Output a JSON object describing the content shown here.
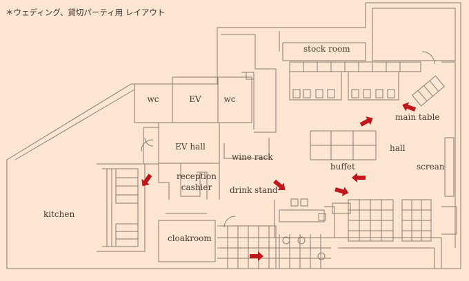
{
  "caption": "＊ウェディング、貸切パーティ用 レイアウト",
  "labels": {
    "stock_room": "stock room",
    "wc_left": "wc",
    "ev": "EV",
    "wc_right": "wc",
    "ev_hall": "EV hall",
    "wine_rack": "wine rack",
    "reception": "reception",
    "cashier": "cashier",
    "drink_stand": "drink stand",
    "kitchen": "kitchen",
    "cloakroom": "cloakroom",
    "main_table": "main table",
    "hall": "hall",
    "buffet": "buffet",
    "screan": "screan"
  },
  "colors": {
    "background": "#fce6d1",
    "line": "#8a7a6e",
    "arrow": "#c0161c",
    "text": "#4a3a30"
  }
}
